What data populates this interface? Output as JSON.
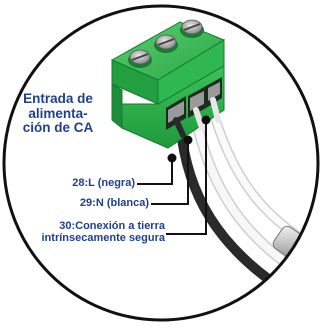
{
  "diagram": {
    "block_label_lines": [
      "Entrada de",
      "alimenta-",
      "ción de CA"
    ],
    "wire_labels": {
      "line": "28:L (negra)",
      "neutral": "29:N (blanca)",
      "ground_lines": [
        "30:Conexión a tierra",
        "intrínsecamente segura"
      ]
    },
    "terminal_count": 3,
    "colors": {
      "terminal_block": "#2db34a",
      "label_text": "#1f3f8f",
      "leader_lines": "#111111",
      "circle_border": "#111111",
      "wire_black": "#2a2a2a",
      "wire_white": "#f2f2f2"
    }
  }
}
